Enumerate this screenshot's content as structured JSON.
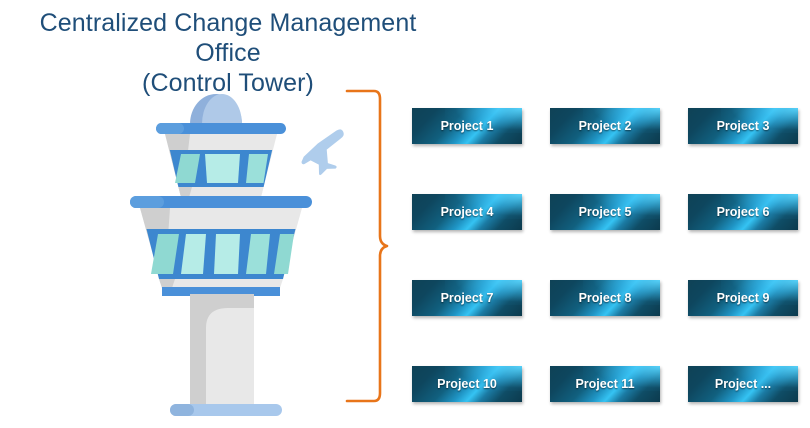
{
  "title": {
    "line1": "Centralized Change Management Office",
    "line2": "(Control Tower)"
  },
  "colors": {
    "title_text": "#1F4E79",
    "brace": "#E8751A",
    "box_dark": "#0F4256",
    "box_bright": "#35C3F3",
    "box_label": "#FFFFFF",
    "tower_body": "#D6D6D6",
    "tower_body_light": "#E8E8E8",
    "tower_rail": "#4A90D9",
    "tower_window": "#9BE0DA",
    "tower_window_light": "#B6ECE7",
    "tower_frame": "#3D87CF",
    "dome": "#AFC9E8",
    "dome_shade": "#8FB0DB",
    "base": "#A8C8EC",
    "plane": "#AFCDEC",
    "background": "#FFFFFF"
  },
  "illustration": {
    "tower_name": "control-tower-illustration",
    "plane_icon": "airplane-icon",
    "dome_icon": "tower-dome"
  },
  "brace": {
    "name": "curly-brace-right",
    "orientation": "right"
  },
  "projects": {
    "columns": 3,
    "rows": 4,
    "items": [
      {
        "label": "Project 1"
      },
      {
        "label": "Project 2"
      },
      {
        "label": "Project 3"
      },
      {
        "label": "Project 4"
      },
      {
        "label": "Project 5"
      },
      {
        "label": "Project 6"
      },
      {
        "label": "Project 7"
      },
      {
        "label": "Project 8"
      },
      {
        "label": "Project 9"
      },
      {
        "label": "Project 10"
      },
      {
        "label": "Project 11"
      },
      {
        "label": "Project ..."
      }
    ]
  }
}
